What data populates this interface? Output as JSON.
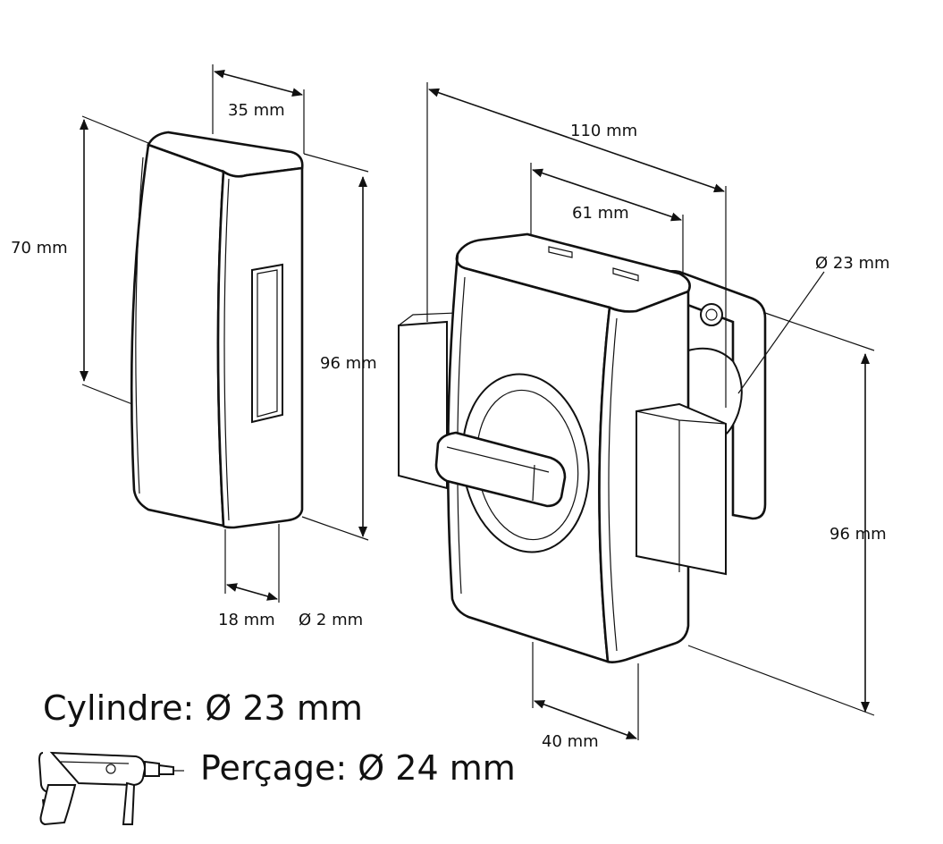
{
  "dimensions": {
    "strike_depth": "35 mm",
    "strike_width": "70 mm",
    "strike_height": "96 mm",
    "strike_offset": "18 mm",
    "screw_hole": "Ø 2 mm",
    "lock_length": "110 mm",
    "lock_case_depth": "61 mm",
    "cylinder_dia": "Ø 23 mm",
    "lock_height": "96 mm",
    "lock_bottom": "40 mm"
  },
  "labels": {
    "cylinder": "Cylindre: Ø 23 mm",
    "drilling": "Perçage: Ø 24 mm"
  },
  "icons": [
    "drill-icon"
  ]
}
